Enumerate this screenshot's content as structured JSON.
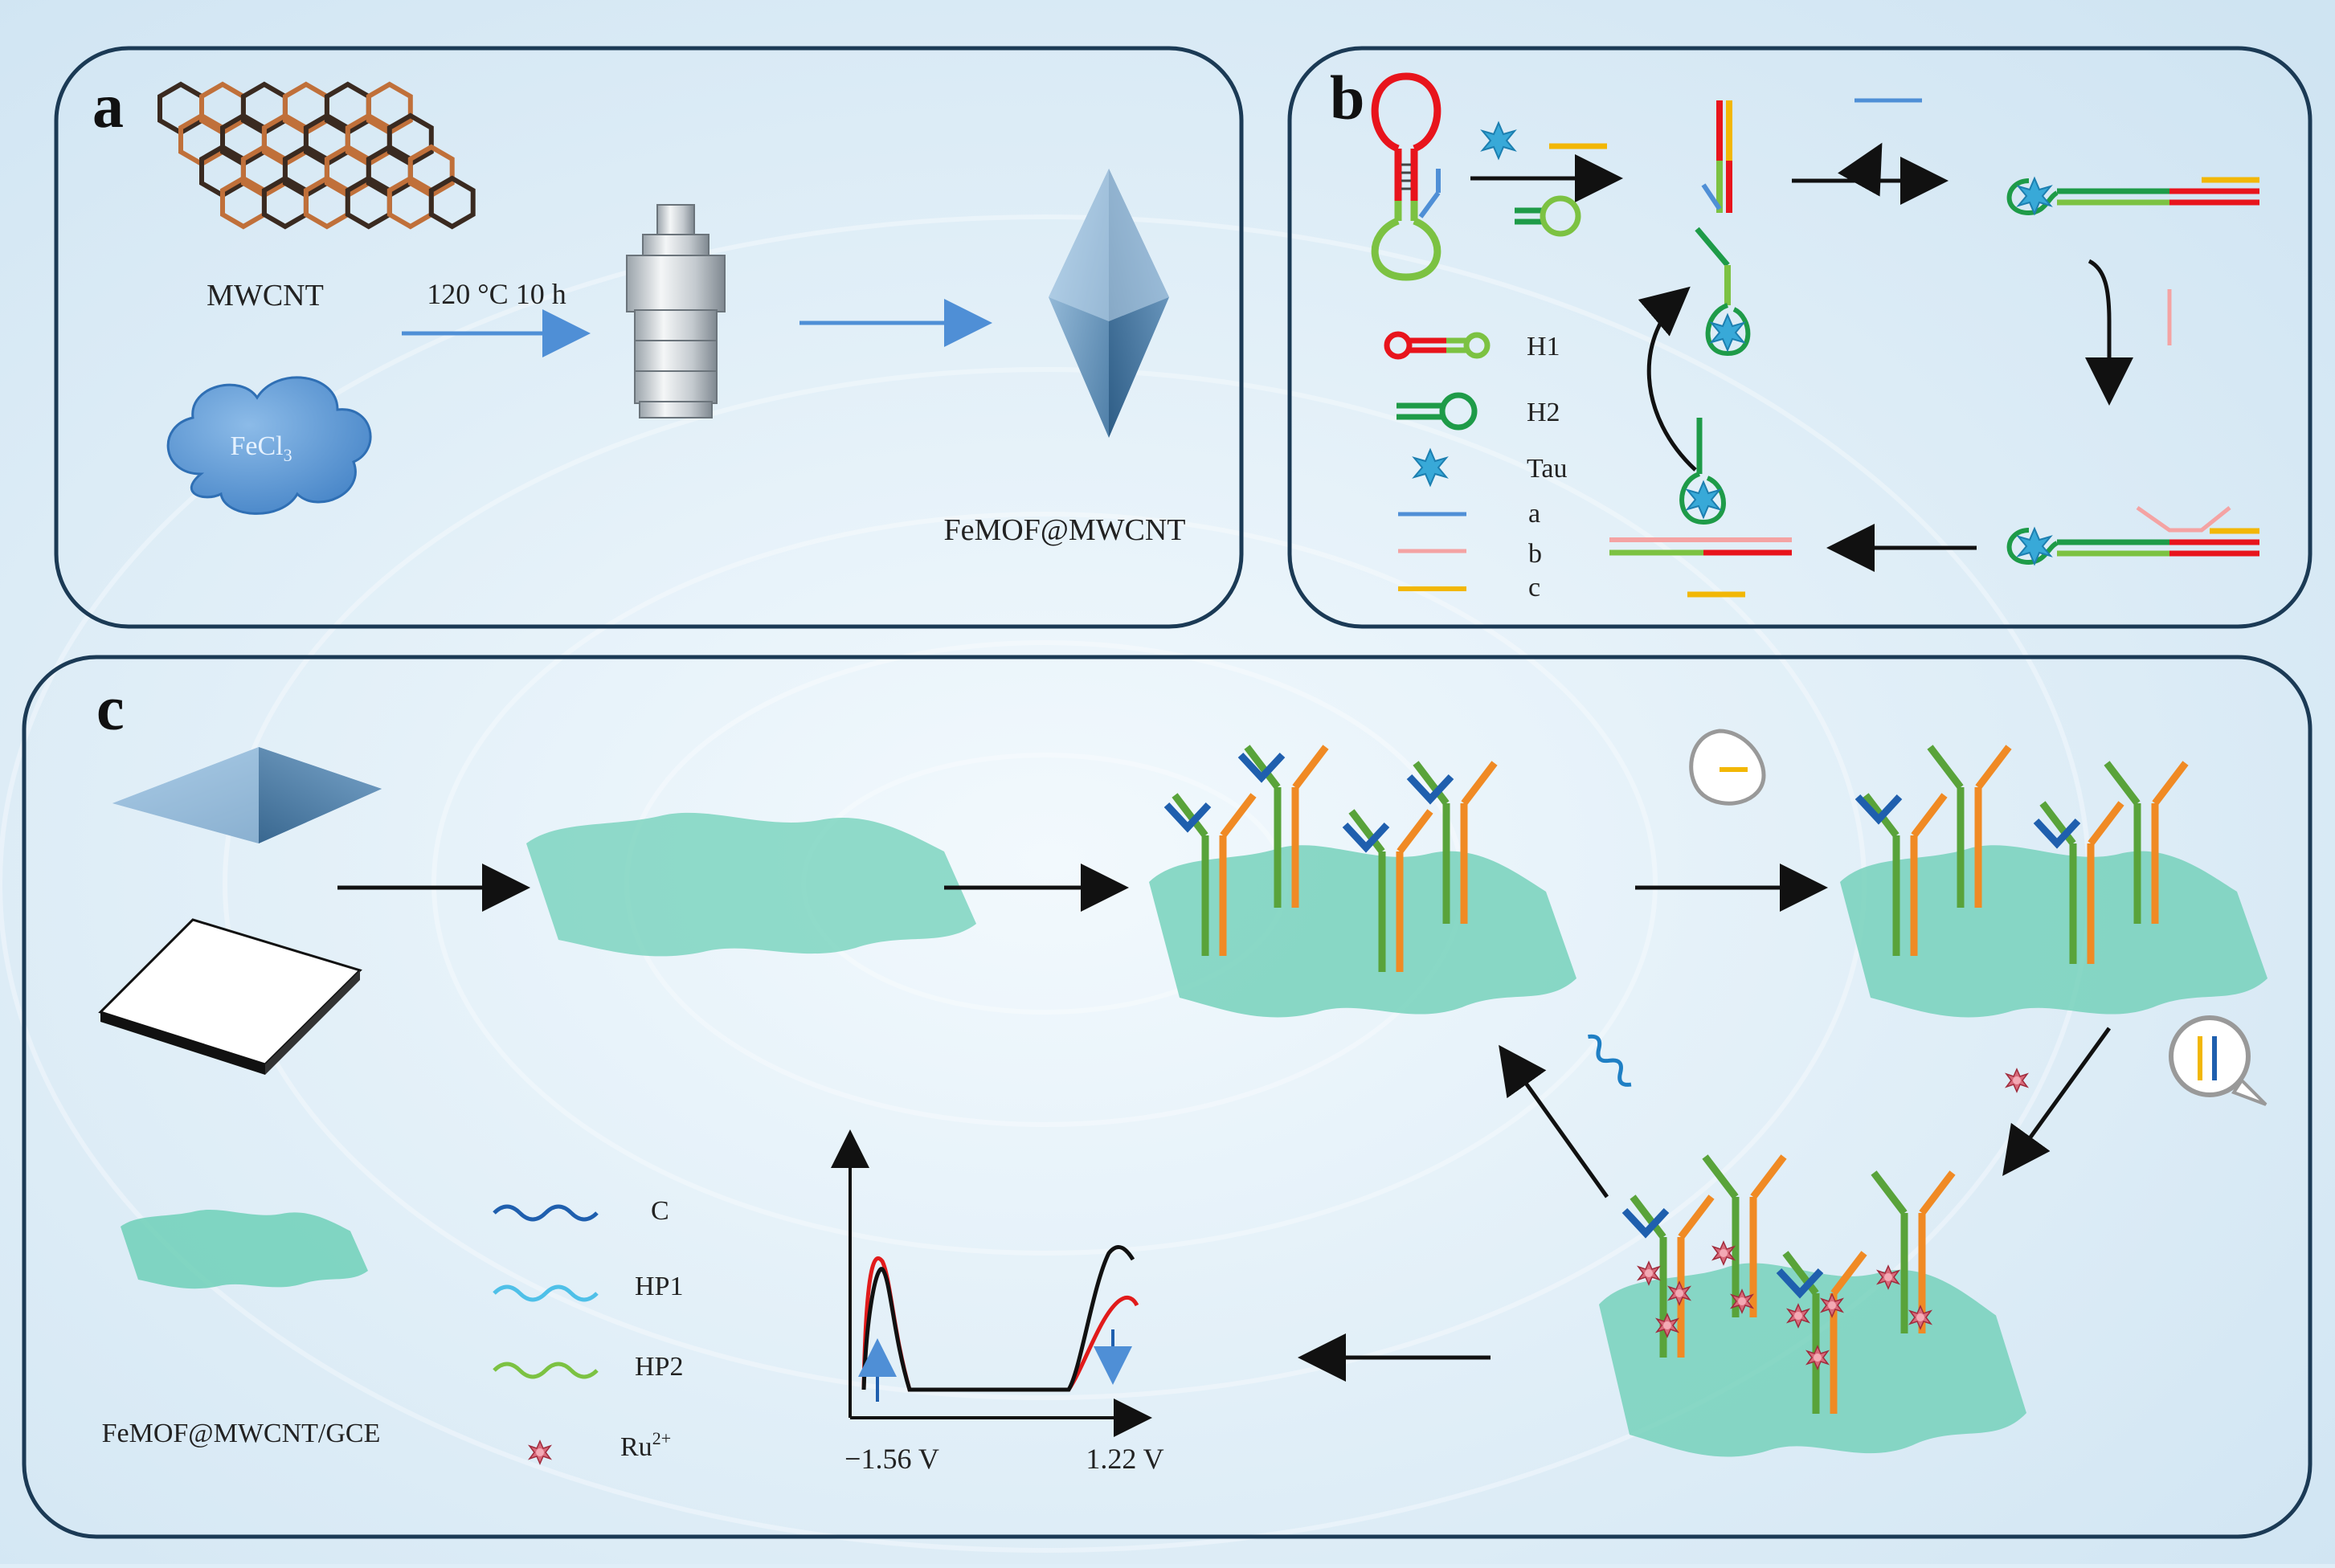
{
  "panels": {
    "a": {
      "letter": "a",
      "mwcnt_label": "MWCNT",
      "fecl3_label": "FeCl",
      "fecl3_sub": "3",
      "condition_label": "120 °C  10 h",
      "product_label": "FeMOF@MWCNT"
    },
    "b": {
      "letter": "b",
      "legend": [
        "H1",
        "H2",
        "Tau",
        "a",
        "b",
        "c"
      ]
    },
    "c": {
      "letter": "c",
      "electrode_label": "FeMOF@MWCNT/GCE",
      "legend_c": "C",
      "legend_hp1": "HP1",
      "legend_hp2": "HP2",
      "legend_ru": "Ru",
      "legend_ru_sup": "2+",
      "cv_left_label": "−1.56 V",
      "cv_right_label": "1.22 V"
    }
  },
  "colors": {
    "strand_red": "#e8141c",
    "strand_green": "#7cc242",
    "strand_dark_green": "#1e9b48",
    "strand_blue": "#4f8fd6",
    "strand_pink": "#f4a3a3",
    "strand_yellow": "#f2b705",
    "antibody_green": "#59a33a",
    "antibody_orange": "#f08a24",
    "antibody_blue": "#1f5fae",
    "sheet": "#6fd0b8",
    "cv_black": "#111111",
    "cv_red": "#e11b1b"
  }
}
